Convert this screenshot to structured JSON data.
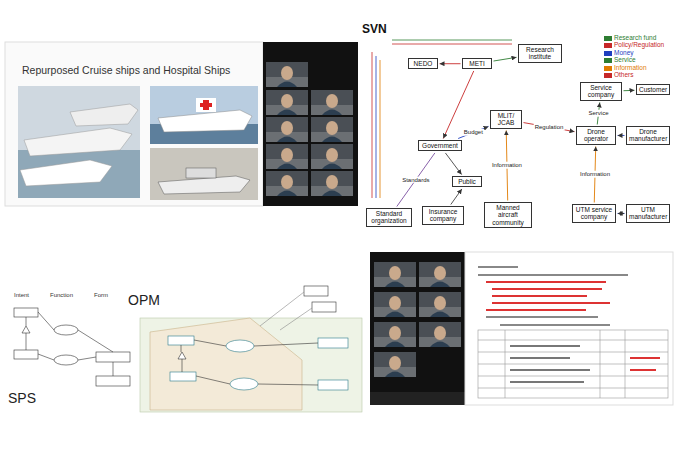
{
  "diagram": {
    "nodes": [
      {
        "text": [
          "NEDO"
        ]
      },
      {
        "text": [
          "METI"
        ]
      },
      {
        "text": [
          "Research institute"
        ]
      },
      {
        "text": [
          "Government"
        ]
      },
      {
        "text": [
          "MLIT/ JCAB"
        ]
      },
      {
        "text": [
          "Public"
        ]
      },
      {
        "text": [
          "Service company"
        ]
      },
      {
        "text": [
          "Customer"
        ]
      },
      {
        "text": [
          "Drone operator"
        ]
      },
      {
        "text": [
          "Drone manufacturer"
        ]
      },
      {
        "text": [
          "Standard organization"
        ]
      },
      {
        "text": [
          "Insurance company"
        ]
      },
      {
        "text": [
          "Manned aircraft community"
        ]
      },
      {
        "text": [
          "UTM service company"
        ]
      },
      {
        "text": [
          "UTM manufacturer"
        ]
      }
    ],
    "edges": [
      {
        "from": 1,
        "to": 0,
        "arrow": "to"
      },
      {
        "from": 1,
        "to": 2,
        "arrow": "to"
      },
      {
        "from": 3,
        "to": 4,
        "label": "Budget",
        "arrow": "to"
      },
      {
        "from": 1,
        "to": 3,
        "arrow": "to"
      },
      {
        "from": 4,
        "to": 8,
        "label": "Regulation",
        "arrow": "to"
      },
      {
        "from": 6,
        "to": 7,
        "arrow": "to"
      },
      {
        "from": 8,
        "to": 6,
        "label": "Service",
        "arrow": "to"
      },
      {
        "from": 9,
        "to": 8,
        "arrow": "to"
      },
      {
        "from": 13,
        "to": 14,
        "arrow": "both"
      },
      {
        "from": 13,
        "to": 8,
        "label": "Information",
        "arrow": "to"
      },
      {
        "from": 3,
        "to": 5,
        "arrow": "to"
      },
      {
        "from": 12,
        "to": 4,
        "label": "Information",
        "arrow": "to"
      },
      {
        "from": 3,
        "to": 10,
        "label": "Standards",
        "arrow": "none"
      },
      {
        "from": 11,
        "to": 5,
        "arrow": "to"
      }
    ],
    "labels": [
      "Repurposed Cruise ships and Hospital Ships",
      "SVN",
      "SPS",
      "OPM",
      "Intent",
      "Function",
      "Form"
    ],
    "legend": [
      {
        "text": "Research fund",
        "color": "#2e7d32"
      },
      {
        "text": "Policy/Regulation",
        "color": "#c62828"
      },
      {
        "text": "Money",
        "color": "#1f3fbf"
      },
      {
        "text": "Service",
        "color": "#2e7d32"
      },
      {
        "text": "Information",
        "color": "#e07b00"
      },
      {
        "text": "Others",
        "color": "#c62828"
      }
    ]
  }
}
